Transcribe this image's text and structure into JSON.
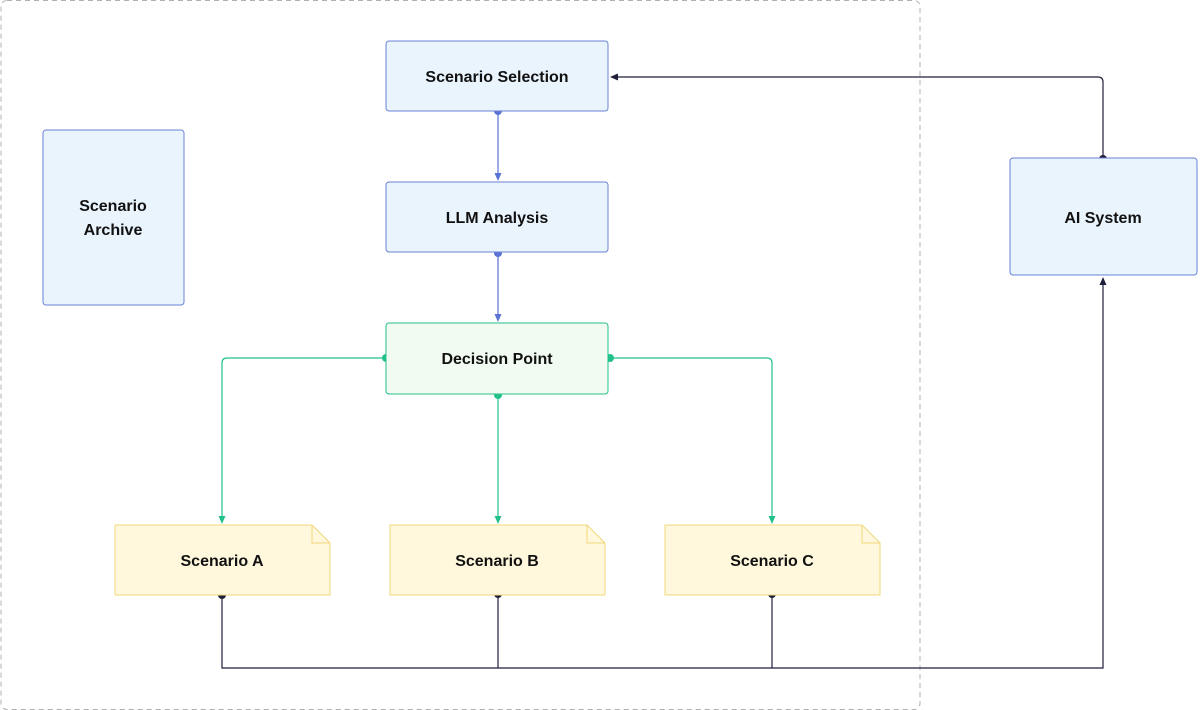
{
  "nodes": {
    "scenario_selection": {
      "label": "Scenario Selection"
    },
    "llm_analysis": {
      "label": "LLM Analysis"
    },
    "decision_point": {
      "label": "Decision Point"
    },
    "scenario_archive": {
      "label_line1": "Scenario",
      "label_line2": "Archive"
    },
    "ai_system": {
      "label": "AI System"
    },
    "scenario_a": {
      "label": "Scenario A"
    },
    "scenario_b": {
      "label": "Scenario B"
    },
    "scenario_c": {
      "label": "Scenario C"
    }
  },
  "edges": [
    {
      "from": "Scenario Selection",
      "to": "LLM Analysis"
    },
    {
      "from": "LLM Analysis",
      "to": "Decision Point"
    },
    {
      "from": "Decision Point",
      "to": "Scenario A"
    },
    {
      "from": "Decision Point",
      "to": "Scenario B"
    },
    {
      "from": "Decision Point",
      "to": "Scenario C"
    },
    {
      "from": "Scenario A",
      "to": "AI System"
    },
    {
      "from": "Scenario B",
      "to": "AI System"
    },
    {
      "from": "Scenario C",
      "to": "AI System"
    },
    {
      "from": "AI System",
      "to": "Scenario Selection"
    }
  ],
  "colors": {
    "process_fill": "#eaf4fd",
    "process_stroke": "#6b82d6",
    "decision_fill": "#f1fbf1",
    "decision_stroke": "#25c08a",
    "note_fill": "#fff8dc",
    "note_stroke": "#f0d87c",
    "flow_edge": "#5b73d4",
    "branch_edge": "#22c08a",
    "feedback_edge": "#1f1f3a",
    "group_border": "#b0b0b0"
  }
}
